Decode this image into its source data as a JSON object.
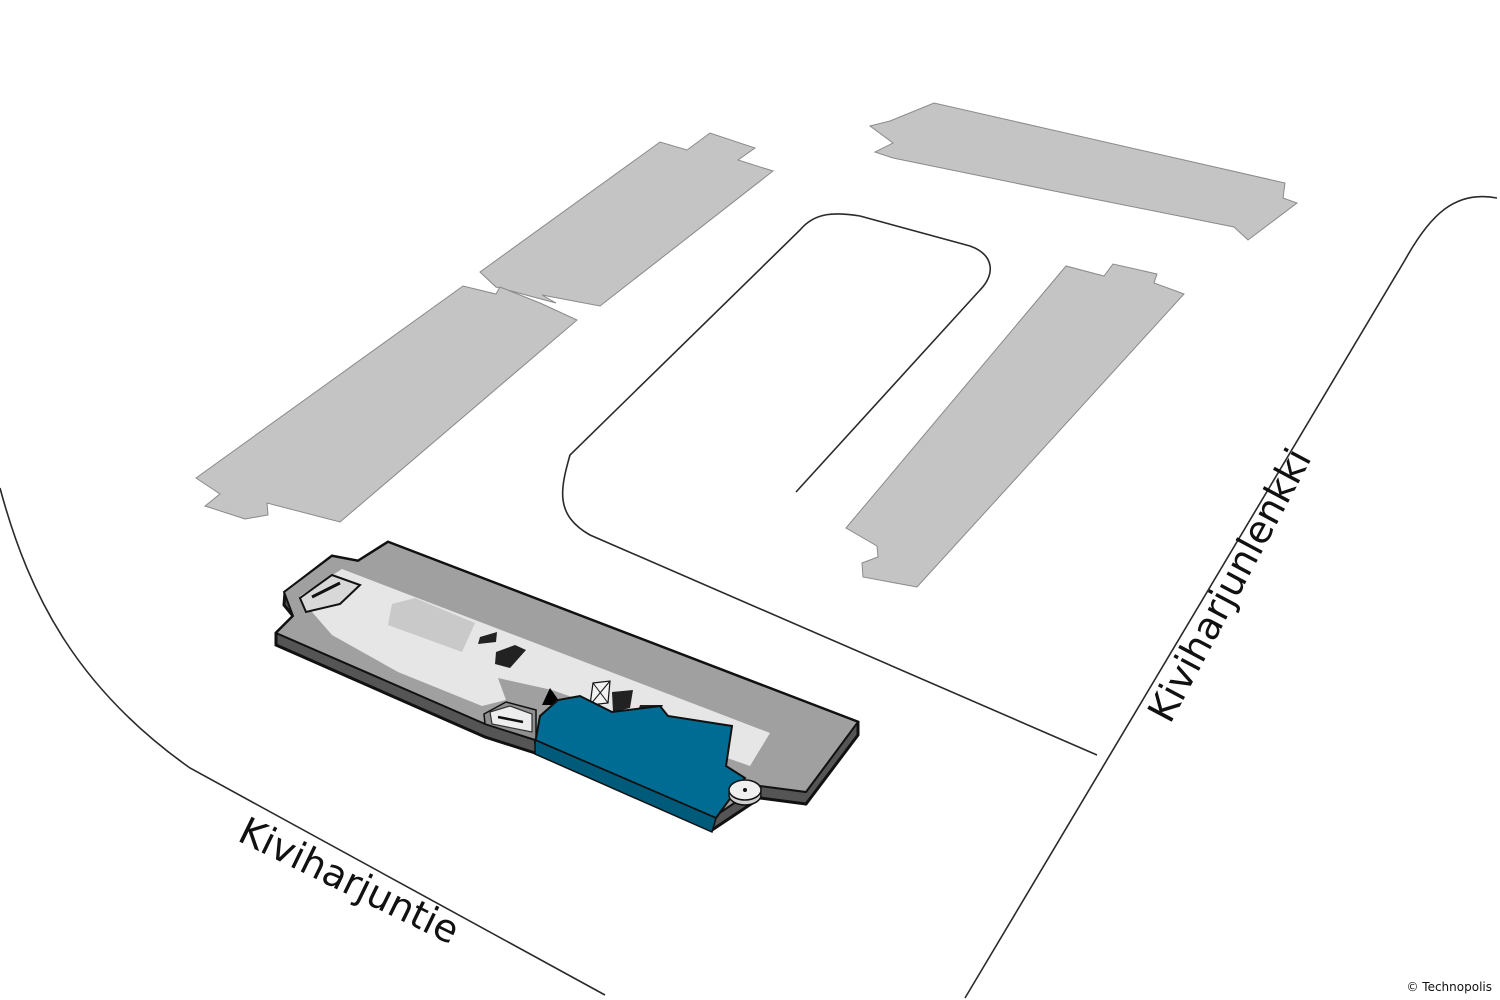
{
  "map": {
    "streets": [
      {
        "name": "Kiviharjuntie"
      },
      {
        "name": "Kiviharjunlenkki"
      }
    ],
    "copyright": "© Technopolis",
    "colors": {
      "background": "#ffffff",
      "other_buildings": "#c4c4c4",
      "building_dark": "#9a9a9a",
      "building_light": "#e6e6e6",
      "highlighted_space": "#006c93",
      "road_outline": "#2a2a2a"
    },
    "markers": [
      {
        "icon": "entrance-triangle-icon"
      },
      {
        "icon": "elevator-icon"
      },
      {
        "icon": "stair-icon"
      }
    ]
  }
}
